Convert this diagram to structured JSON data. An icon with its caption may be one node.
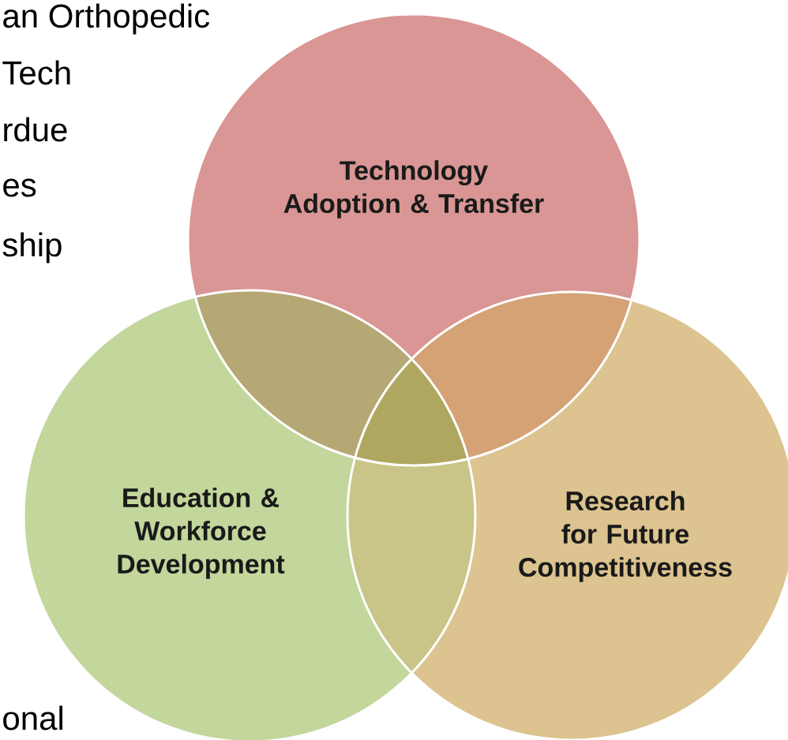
{
  "diagram": {
    "nodes": [
      {
        "text": [
          "Technology Adoption & Transfer"
        ]
      },
      {
        "text": [
          "Education & Workforce Development"
        ]
      },
      {
        "text": [
          "Research for Future Competitiveness"
        ]
      }
    ],
    "labels": [
      "an Orthopedic",
      "Tech",
      "rdue",
      "es",
      "ship",
      "onal"
    ]
  }
}
